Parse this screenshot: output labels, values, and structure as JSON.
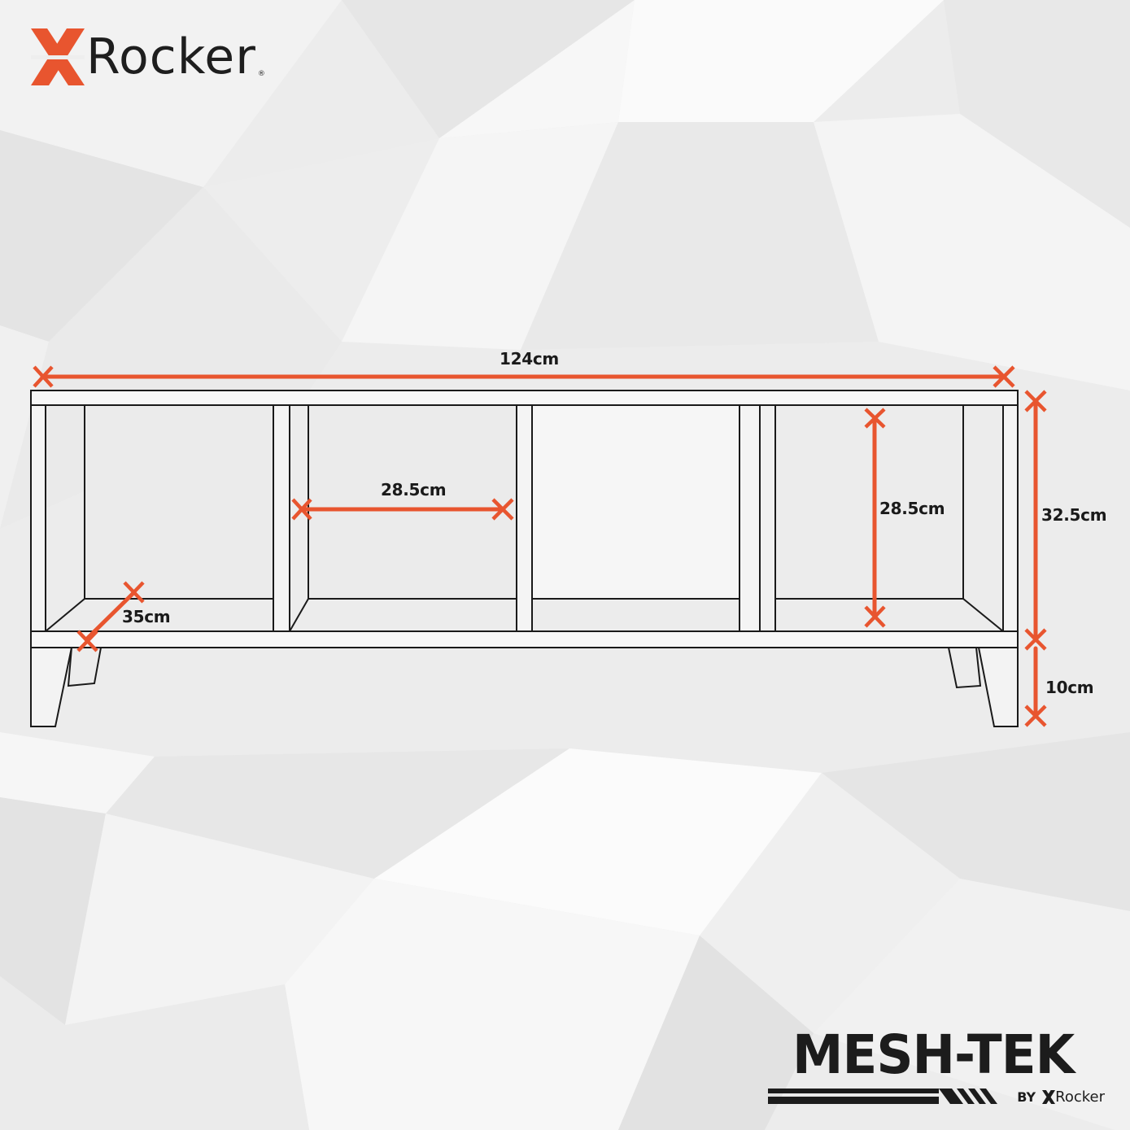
{
  "brand": {
    "logo_text": "Rocker",
    "logo_registered": "®",
    "accent_color": "#e8552f",
    "ink_color": "#1c1c1c"
  },
  "product": {
    "line_name": "MESH-TEK",
    "by_label": "BY",
    "by_brand": "Rocker"
  },
  "dimensions": {
    "overall_width": "124cm",
    "compartment_width": "28.5cm",
    "compartment_height": "28.5cm",
    "body_height": "32.5cm",
    "leg_height": "10cm",
    "depth": "35cm"
  }
}
